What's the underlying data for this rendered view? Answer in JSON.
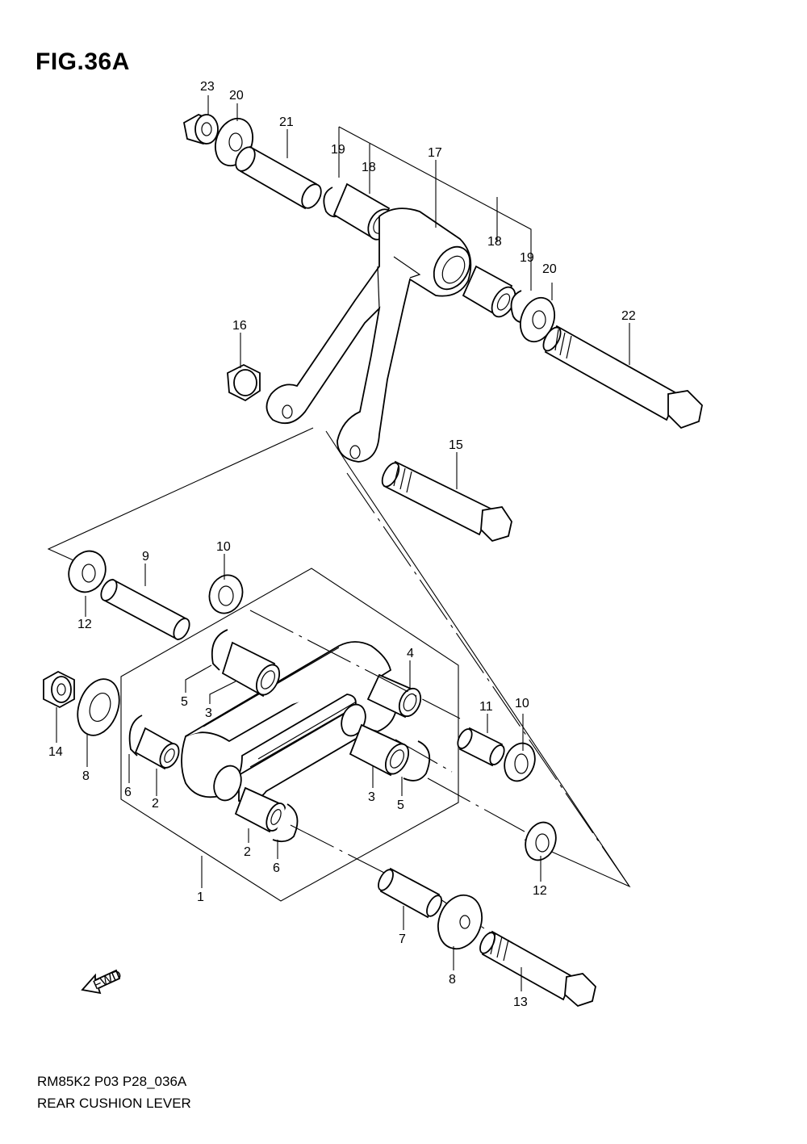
{
  "figure": {
    "title": "FIG.36A",
    "code": "RM85K2 P03 P28_036A",
    "name": "REAR CUSHION LEVER",
    "fwd_marker": "FWD"
  },
  "callouts": [
    {
      "id": "c23",
      "text": "23"
    },
    {
      "id": "c20a",
      "text": "20"
    },
    {
      "id": "c21",
      "text": "21"
    },
    {
      "id": "c19a",
      "text": "19"
    },
    {
      "id": "c18a",
      "text": "18"
    },
    {
      "id": "c17",
      "text": "17"
    },
    {
      "id": "c18b",
      "text": "18"
    },
    {
      "id": "c19b",
      "text": "19"
    },
    {
      "id": "c20b",
      "text": "20"
    },
    {
      "id": "c22",
      "text": "22"
    },
    {
      "id": "c16",
      "text": "16"
    },
    {
      "id": "c15",
      "text": "15"
    },
    {
      "id": "c9",
      "text": "9"
    },
    {
      "id": "c10a",
      "text": "10"
    },
    {
      "id": "c12a",
      "text": "12"
    },
    {
      "id": "c4",
      "text": "4"
    },
    {
      "id": "c5a",
      "text": "5"
    },
    {
      "id": "c3a",
      "text": "3"
    },
    {
      "id": "c14",
      "text": "14"
    },
    {
      "id": "c8a",
      "text": "8"
    },
    {
      "id": "c6a",
      "text": "6"
    },
    {
      "id": "c2a",
      "text": "2"
    },
    {
      "id": "c11",
      "text": "11"
    },
    {
      "id": "c10b",
      "text": "10"
    },
    {
      "id": "c3b",
      "text": "3"
    },
    {
      "id": "c5b",
      "text": "5"
    },
    {
      "id": "c2b",
      "text": "2"
    },
    {
      "id": "c6b",
      "text": "6"
    },
    {
      "id": "c12b",
      "text": "12"
    },
    {
      "id": "c1",
      "text": "1"
    },
    {
      "id": "c7",
      "text": "7"
    },
    {
      "id": "c8b",
      "text": "8"
    },
    {
      "id": "c13",
      "text": "13"
    }
  ]
}
